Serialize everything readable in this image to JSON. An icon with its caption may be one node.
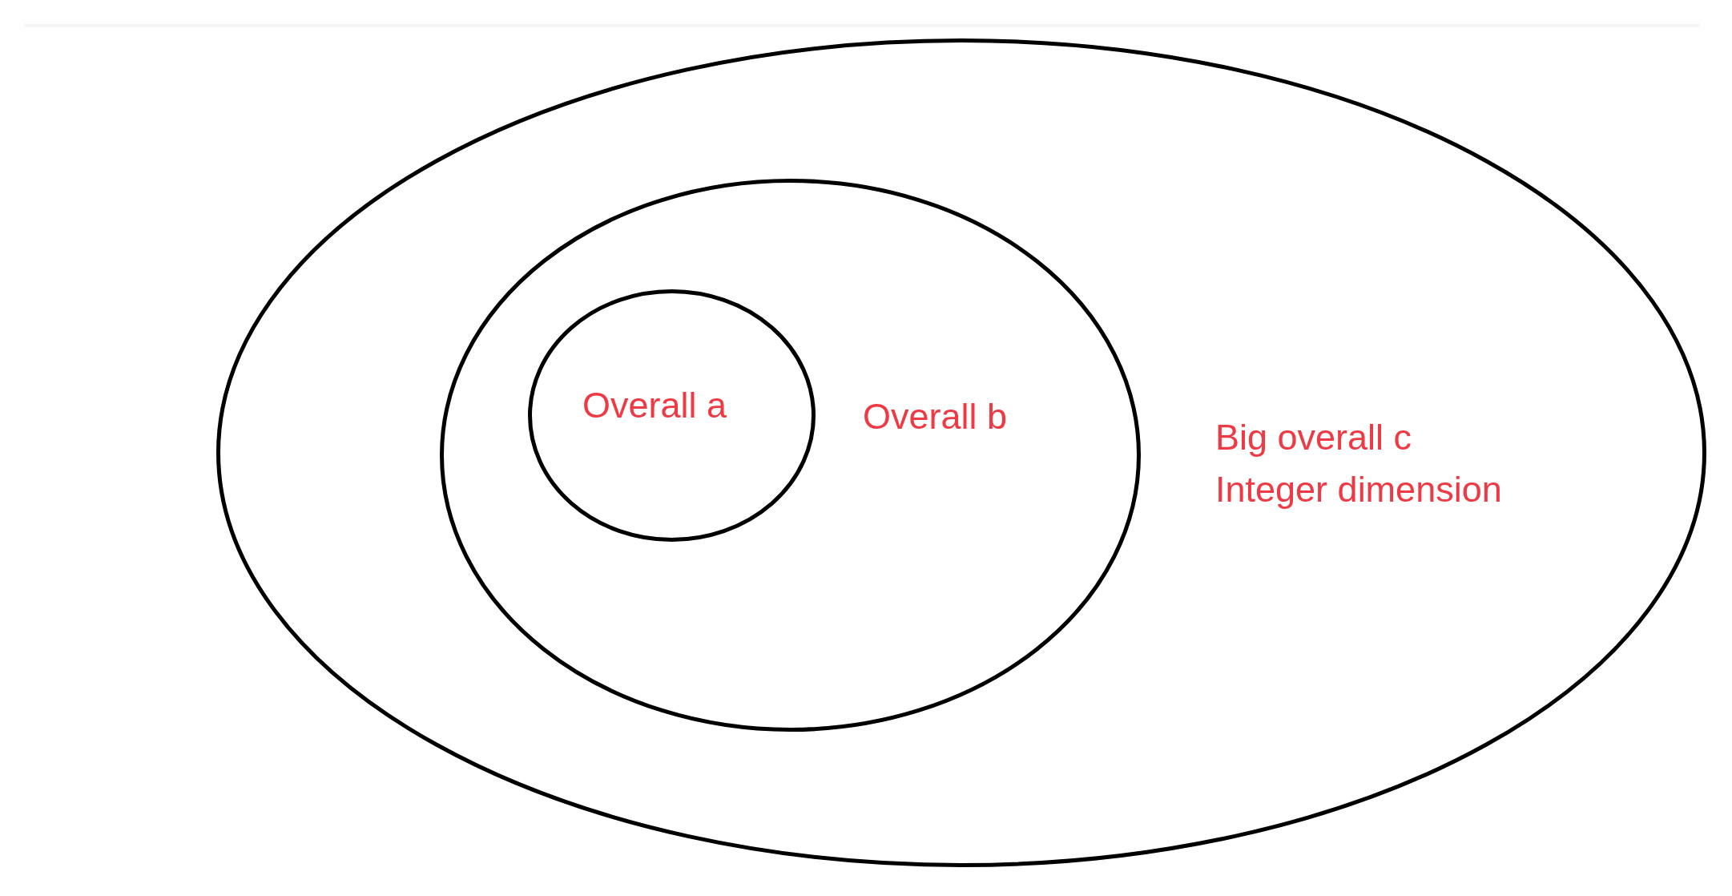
{
  "diagram": {
    "nodes": [
      {
        "text": [
          "Big overall c",
          "Integer dimension"
        ]
      },
      {
        "text": [
          "Overall b"
        ],
        "in": 0
      },
      {
        "text": [
          "Overall a"
        ],
        "in": 1
      }
    ]
  }
}
